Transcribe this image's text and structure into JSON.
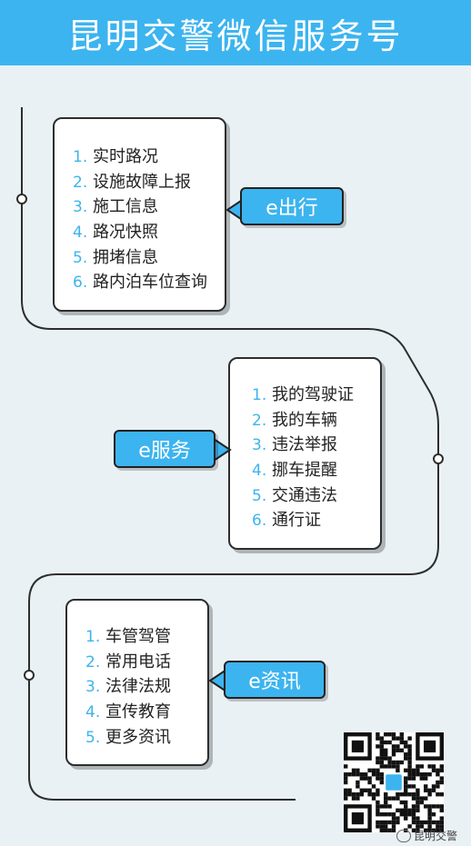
{
  "header": {
    "title": "昆明交警微信服务号"
  },
  "sections": [
    {
      "tag": "e出行",
      "items": [
        {
          "num": "1.",
          "label": "实时路况"
        },
        {
          "num": "2.",
          "label": "设施故障上报"
        },
        {
          "num": "3.",
          "label": "施工信息"
        },
        {
          "num": "4.",
          "label": "路况快照"
        },
        {
          "num": "5.",
          "label": "拥堵信息"
        },
        {
          "num": "6.",
          "label": "路内泊车位查询"
        }
      ]
    },
    {
      "tag": "e服务",
      "items": [
        {
          "num": "1.",
          "label": "我的驾驶证"
        },
        {
          "num": "2.",
          "label": "我的车辆"
        },
        {
          "num": "3.",
          "label": "违法举报"
        },
        {
          "num": "4.",
          "label": "挪车提醒"
        },
        {
          "num": "5.",
          "label": "交通违法"
        },
        {
          "num": "6.",
          "label": "通行证"
        }
      ]
    },
    {
      "tag": "e资讯",
      "items": [
        {
          "num": "1.",
          "label": "车管驾管"
        },
        {
          "num": "2.",
          "label": "常用电话"
        },
        {
          "num": "3.",
          "label": "法律法规"
        },
        {
          "num": "4.",
          "label": "宣传教育"
        },
        {
          "num": "5.",
          "label": "更多资讯"
        }
      ]
    }
  ],
  "watermark": "昆明交警",
  "colors": {
    "accent": "#3cb4ef",
    "background": "#eaf1f5",
    "line": "#2d2d2d"
  },
  "icons": {
    "qr": "qr-code-icon",
    "wechat": "wechat-icon"
  }
}
